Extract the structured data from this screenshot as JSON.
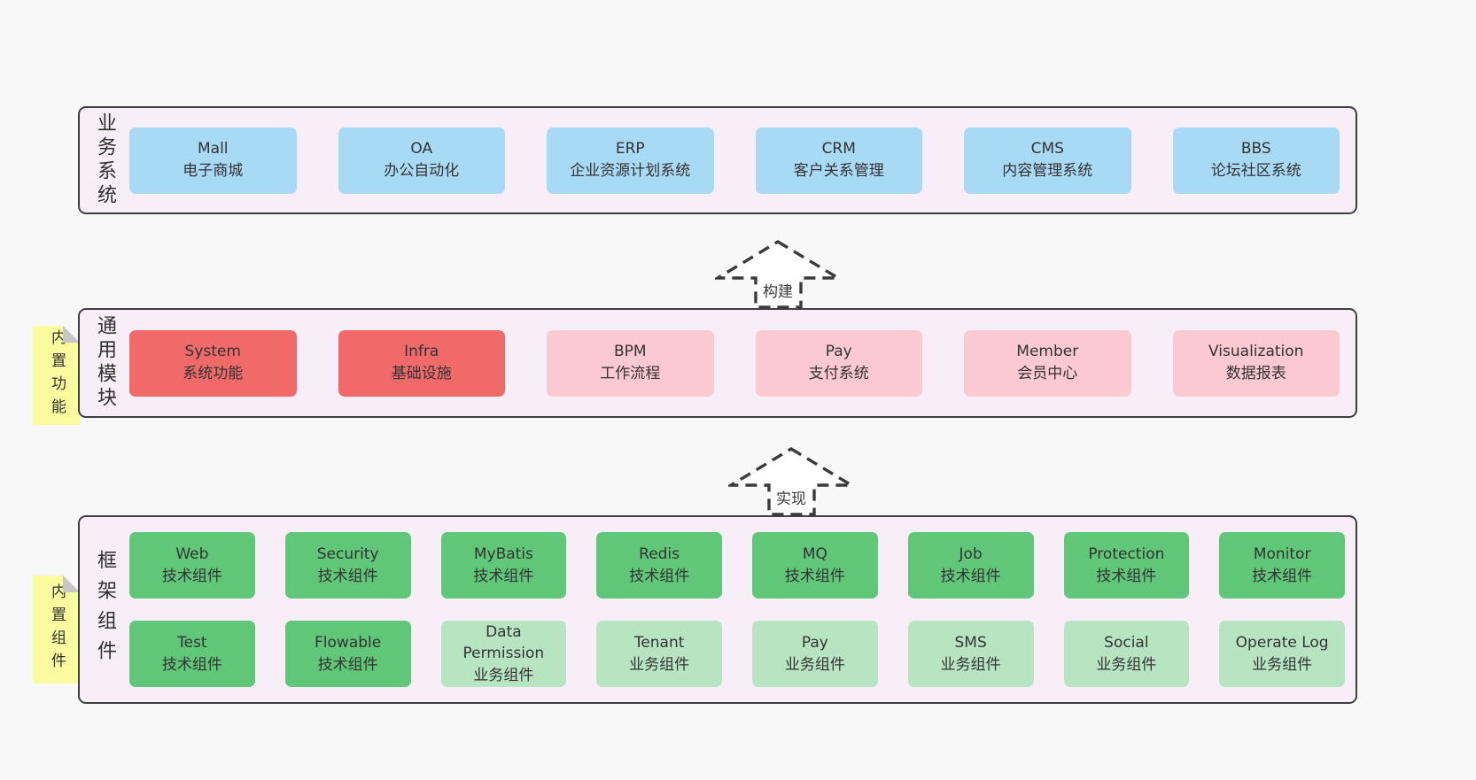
{
  "colors": {
    "page-bg": "#f8f8f8",
    "layer-bg": "#f8eef7",
    "layer-border": "#3f3f3f",
    "text": "#333333",
    "blue": "#a9daf5",
    "red": "#f06a6a",
    "pink": "#fbc9d2",
    "green": "#60c678",
    "lightgreen": "#b7e5c1",
    "yellow": "#fafa9e",
    "fold": "#c7c7c7",
    "arrow-stroke": "#3a3a3a"
  },
  "arrows": [
    {
      "label": "构建"
    },
    {
      "label": "实现"
    }
  ],
  "layers": [
    {
      "side_label": "业务系统",
      "tag": null,
      "rows": [
        [
          {
            "title": "Mall",
            "subtitle": "电子商城",
            "type": "blue"
          },
          {
            "title": "OA",
            "subtitle": "办公自动化",
            "type": "blue"
          },
          {
            "title": "ERP",
            "subtitle": "企业资源计划系统",
            "type": "blue"
          },
          {
            "title": "CRM",
            "subtitle": "客户关系管理",
            "type": "blue"
          },
          {
            "title": "CMS",
            "subtitle": "内容管理系统",
            "type": "blue"
          },
          {
            "title": "BBS",
            "subtitle": "论坛社区系统",
            "type": "blue"
          }
        ]
      ]
    },
    {
      "side_label": "通用模块",
      "tag": "内置功能",
      "rows": [
        [
          {
            "title": "System",
            "subtitle": "系统功能",
            "type": "red"
          },
          {
            "title": "Infra",
            "subtitle": "基础设施",
            "type": "red"
          },
          {
            "title": "BPM",
            "subtitle": "工作流程",
            "type": "pink"
          },
          {
            "title": "Pay",
            "subtitle": "支付系统",
            "type": "pink"
          },
          {
            "title": "Member",
            "subtitle": "会员中心",
            "type": "pink"
          },
          {
            "title": "Visualization",
            "subtitle": "数据报表",
            "type": "pink"
          }
        ]
      ]
    },
    {
      "side_label": "框架组件",
      "tag": "内置组件",
      "rows": [
        [
          {
            "title": "Web",
            "subtitle": "技术组件",
            "type": "green"
          },
          {
            "title": "Security",
            "subtitle": "技术组件",
            "type": "green"
          },
          {
            "title": "MyBatis",
            "subtitle": "技术组件",
            "type": "green"
          },
          {
            "title": "Redis",
            "subtitle": "技术组件",
            "type": "green"
          },
          {
            "title": "MQ",
            "subtitle": "技术组件",
            "type": "green"
          },
          {
            "title": "Job",
            "subtitle": "技术组件",
            "type": "green"
          },
          {
            "title": "Protection",
            "subtitle": "技术组件",
            "type": "green"
          },
          {
            "title": "Monitor",
            "subtitle": "技术组件",
            "type": "green"
          }
        ],
        [
          {
            "title": "Test",
            "subtitle": "技术组件",
            "type": "green"
          },
          {
            "title": "Flowable",
            "subtitle": "技术组件",
            "type": "green"
          },
          {
            "title": "Data Permission",
            "subtitle": "业务组件",
            "type": "lightgreen"
          },
          {
            "title": "Tenant",
            "subtitle": "业务组件",
            "type": "lightgreen"
          },
          {
            "title": "Pay",
            "subtitle": "业务组件",
            "type": "lightgreen"
          },
          {
            "title": "SMS",
            "subtitle": "业务组件",
            "type": "lightgreen"
          },
          {
            "title": "Social",
            "subtitle": "业务组件",
            "type": "lightgreen"
          },
          {
            "title": "Operate Log",
            "subtitle": "业务组件",
            "type": "lightgreen"
          }
        ]
      ]
    }
  ]
}
